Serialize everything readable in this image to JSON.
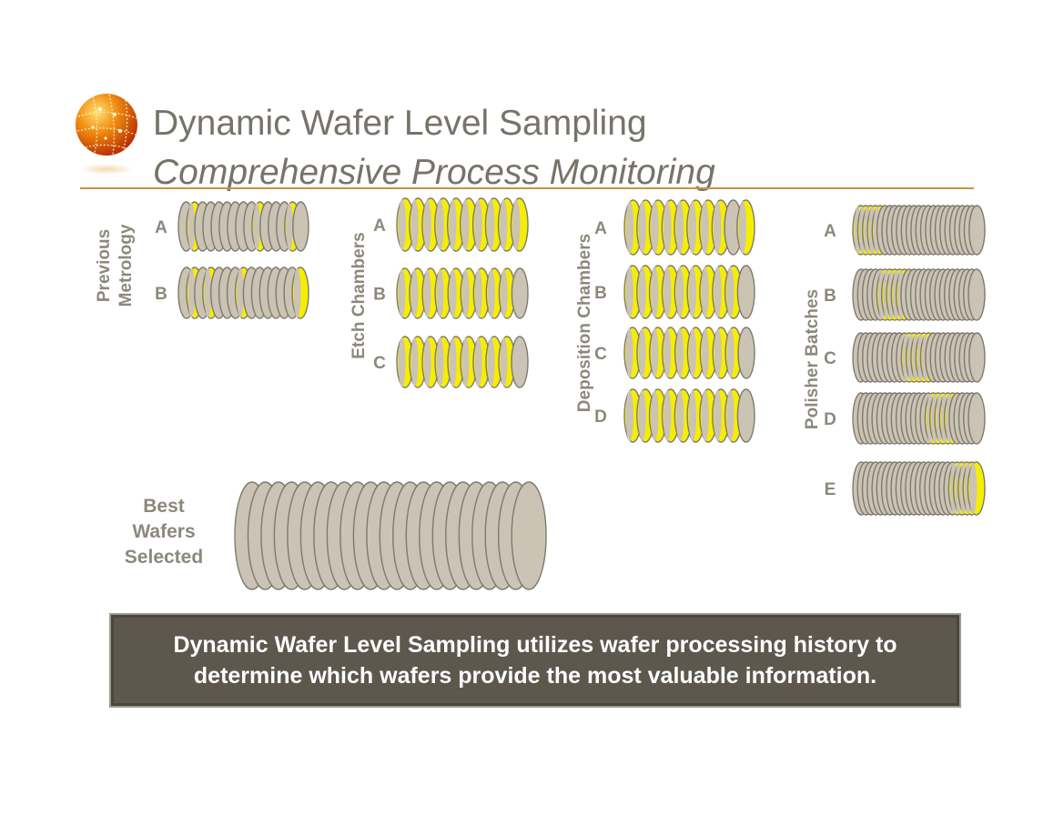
{
  "title": "Dynamic Wafer Level Sampling",
  "subtitle": "Comprehensive Process Monitoring",
  "colors": {
    "wafer_fill": "#cbc4b4",
    "wafer_stroke": "#7f7a70",
    "highlight_fill": "#f6ee00",
    "label_gray": "#8c887d",
    "title_gray": "#77736a",
    "rule": "#c8904a",
    "footer_bg": "#5d574d"
  },
  "groups": [
    {
      "id": "previous-metrology",
      "label_lines": [
        "Previous",
        "Metrology"
      ],
      "rows": [
        {
          "label": "A",
          "count": 15,
          "highlighted": [
            1,
            9,
            13
          ]
        },
        {
          "label": "B",
          "count": 15,
          "highlighted": [
            1,
            3,
            7,
            14
          ]
        }
      ]
    },
    {
      "id": "etch-chambers",
      "label_lines": [
        "Etch Chambers"
      ],
      "rows": [
        {
          "label": "A",
          "count": 10,
          "highlighted": [
            0,
            1,
            2,
            3,
            4,
            5,
            6,
            7,
            8,
            9
          ]
        },
        {
          "label": "B",
          "count": 10,
          "highlighted": [
            0,
            1,
            2,
            3,
            4,
            5,
            6,
            7,
            8
          ]
        },
        {
          "label": "C",
          "count": 10,
          "highlighted": [
            0,
            1,
            2,
            3,
            4,
            5,
            6,
            7,
            8
          ]
        }
      ]
    },
    {
      "id": "deposition-chambers",
      "label_lines": [
        "Deposition Chambers"
      ],
      "rows": [
        {
          "label": "A",
          "count": 10,
          "highlighted": [
            0,
            1,
            2,
            3,
            4,
            5,
            6,
            7,
            9
          ]
        },
        {
          "label": "B",
          "count": 10,
          "highlighted": [
            0,
            1,
            2,
            3,
            4,
            5,
            6,
            7,
            8
          ]
        },
        {
          "label": "C",
          "count": 10,
          "highlighted": [
            0,
            1,
            2,
            3,
            4,
            5,
            6,
            7,
            8
          ]
        },
        {
          "label": "D",
          "count": 10,
          "highlighted": [
            0,
            1,
            2,
            3,
            4,
            5,
            6,
            7,
            8
          ]
        }
      ]
    },
    {
      "id": "polisher-batches",
      "label_lines": [
        "Polisher Batches"
      ],
      "rows": [
        {
          "label": "A",
          "count": 25,
          "highlighted": [
            0,
            1,
            2,
            3,
            4
          ]
        },
        {
          "label": "B",
          "count": 25,
          "highlighted": [
            5,
            6,
            7,
            8,
            9
          ]
        },
        {
          "label": "C",
          "count": 25,
          "highlighted": [
            10,
            11,
            12,
            13,
            14
          ]
        },
        {
          "label": "D",
          "count": 25,
          "highlighted": [
            15,
            16,
            17,
            18,
            19
          ]
        },
        {
          "label": "E",
          "count": 25,
          "highlighted": [
            20,
            21,
            22,
            23,
            24
          ]
        }
      ]
    }
  ],
  "best": {
    "label_lines": [
      "Best",
      "Wafers",
      "Selected"
    ],
    "count": 22
  },
  "footer_lines": [
    "Dynamic Wafer Level Sampling utilizes wafer processing history to",
    "determine which wafers provide the most valuable information."
  ]
}
